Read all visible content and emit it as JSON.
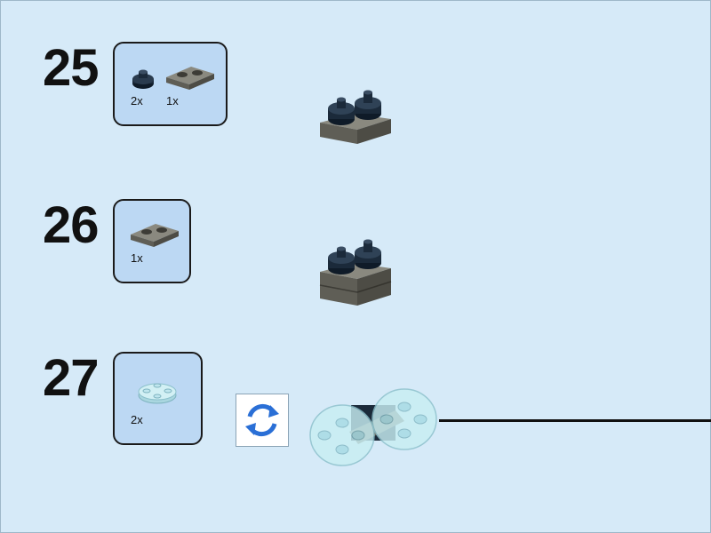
{
  "steps": [
    {
      "number": "25",
      "parts": [
        {
          "icon": "round-tile-black-icon",
          "qty": "2x"
        },
        {
          "icon": "plate-1x2-dark-gray-icon",
          "qty": "1x"
        }
      ]
    },
    {
      "number": "26",
      "parts": [
        {
          "icon": "plate-1x2-dark-gray-icon",
          "qty": "1x"
        }
      ]
    },
    {
      "number": "27",
      "parts": [
        {
          "icon": "round-plate-trans-clear-icon",
          "qty": "2x"
        }
      ],
      "rotate_icon": "rotate-model-icon"
    }
  ],
  "colors": {
    "background": "#d6eaf8",
    "parts_box": "#bcd8f3",
    "black_brick": "#1b2a3a",
    "dark_gray_brick": "#6b6a60",
    "trans_clear": "#bfe6ee",
    "rotate_arrows": "#2a6fd6"
  }
}
